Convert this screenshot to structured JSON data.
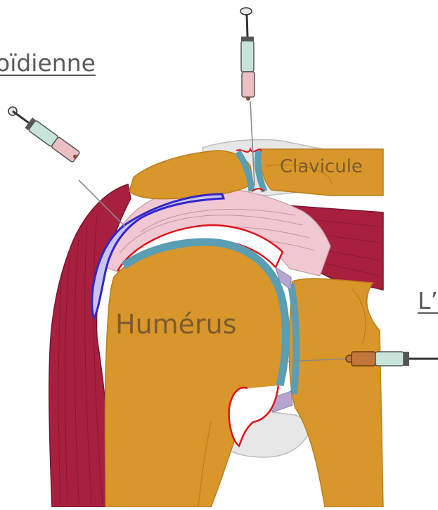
{
  "labels": {
    "subacromial": "oïdienne",
    "clavicle": "Clavicule",
    "humerus": "Humérus",
    "articular": "L’a"
  },
  "colors": {
    "bone": "#D9962A",
    "bone_stroke": "#B97F1E",
    "muscle": "#A9203E",
    "muscle_stroke": "#7A1530",
    "tendon": "#EFC8D2",
    "cartilage": "#5A9EB3",
    "capsule_red": "#E0101A",
    "bursa_blue": "#3326C8",
    "bursa_fill": "#C9C4EC",
    "labrum": "#B6A6CF",
    "grey_tissue": "#E7E7E7",
    "syringe_barrel": "#C7E3DA",
    "syringe_pink": "#EBC0C5",
    "syringe_orange": "#C2763A"
  }
}
